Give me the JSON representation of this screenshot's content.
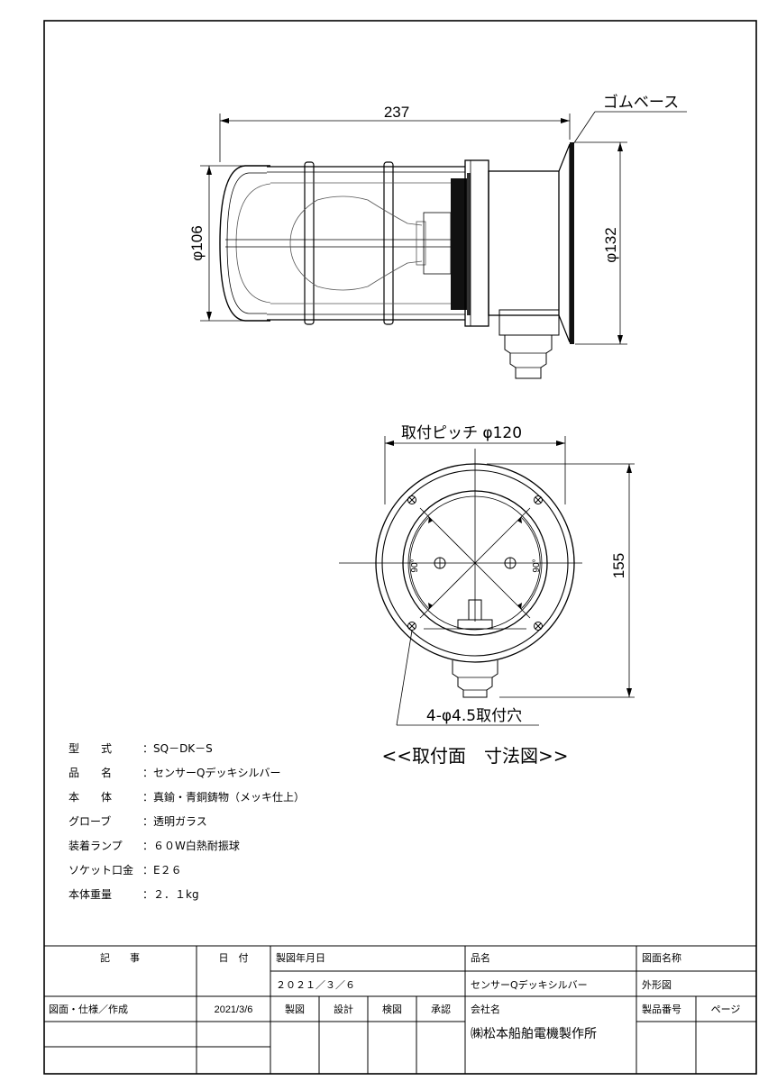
{
  "dimensions": {
    "length": "237",
    "glove_diameter": "φ106",
    "base_diameter": "φ132",
    "rubber_base_label": "ゴムベース",
    "mount_pitch": "取付ピッチ φ120",
    "mount_height": "155",
    "angle_left": "90°",
    "angle_right": "90°",
    "mount_holes": "4-φ4.5取付穴"
  },
  "mount_view_title": "<<取付面　寸法図>>",
  "specs": [
    {
      "label": "型　　式",
      "value": "：SQ－DK－S"
    },
    {
      "label": "品　　名",
      "value": "：センサーQデッキシルバー"
    },
    {
      "label": "本　　体",
      "value": "：真鍮・青銅鋳物（メッキ仕上）"
    },
    {
      "label": "グローブ",
      "value": "：透明ガラス"
    },
    {
      "label": "装着ランプ",
      "value": "：６０W白熱耐振球"
    },
    {
      "label": "ソケット口金",
      "value": "：E２６"
    },
    {
      "label": "本体重量",
      "value": "：２．１kg"
    }
  ],
  "title_block": {
    "kiji": "記　　事",
    "hizuke": "日　付",
    "seizu_date_label": "製図年月日",
    "seizu_date_value": "２０２１／３／６",
    "hinmei_label": "品名",
    "hinmei_value": "センサーQデッキシルバー",
    "zumen_meisho_label": "図面名称",
    "zumen_meisho_value": "外形図",
    "row_label": "図面・仕様／作成",
    "row_date": "2021/3/6",
    "seizu": "製図",
    "sekkei": "設計",
    "kenzu": "検図",
    "shonin": "承認",
    "company_label": "会社名",
    "company_value": "㈱松本船舶電機製作所",
    "product_no_label": "製品番号",
    "page_label": "ページ"
  }
}
